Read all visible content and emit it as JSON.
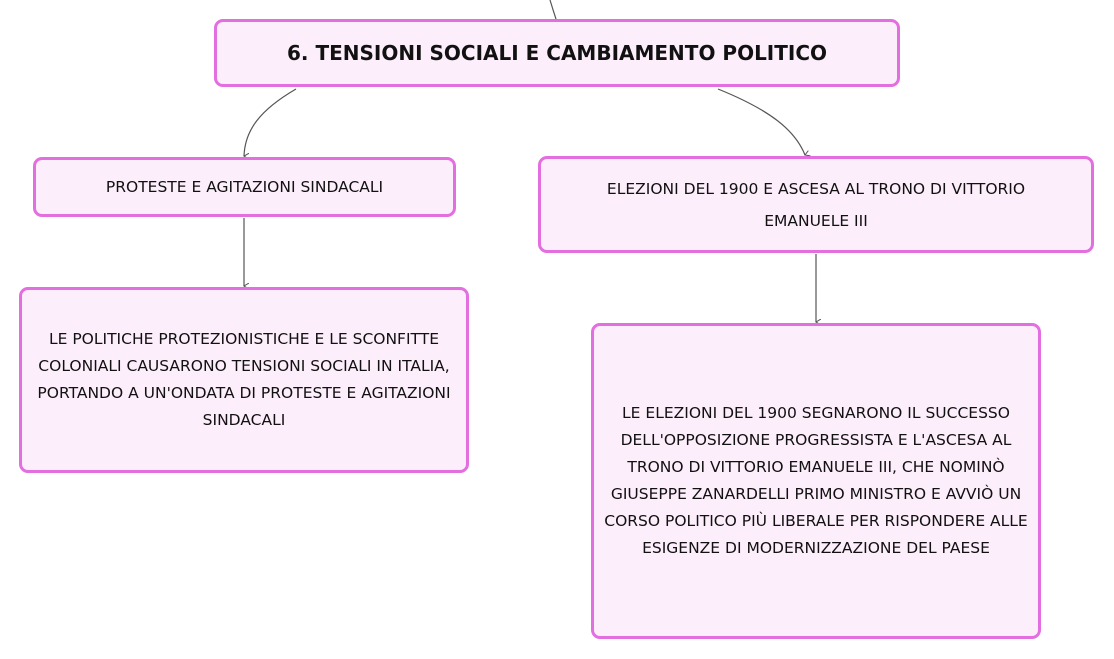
{
  "diagram": {
    "colors": {
      "node_fill": "#fdeefc",
      "node_border": "#e36ee0",
      "connector": "#555555"
    },
    "root": {
      "label": "6. TENSIONI SOCIALI E CAMBIAMENTO POLITICO"
    },
    "branches": [
      {
        "label": "PROTESTE E AGITAZIONI SINDACALI",
        "detail": "LE POLITICHE PROTEZIONISTICHE E LE SCONFITTE COLONIALI CAUSARONO TENSIONI SOCIALI IN ITALIA, PORTANDO A UN'ONDATA DI PROTESTE E AGITAZIONI SINDACALI"
      },
      {
        "label": "ELEZIONI DEL 1900 E ASCESA AL TRONO DI VITTORIO EMANUELE III",
        "detail": "LE ELEZIONI DEL 1900 SEGNARONO IL SUCCESSO DELL'OPPOSIZIONE PROGRESSISTA E L'ASCESA AL TRONO DI VITTORIO EMANUELE III, CHE NOMINÒ GIUSEPPE ZANARDELLI PRIMO MINISTRO E AVVIÒ UN CORSO POLITICO PIÙ LIBERALE PER RISPONDERE ALLE ESIGENZE DI MODERNIZZAZIONE DEL PAESE"
      }
    ]
  }
}
